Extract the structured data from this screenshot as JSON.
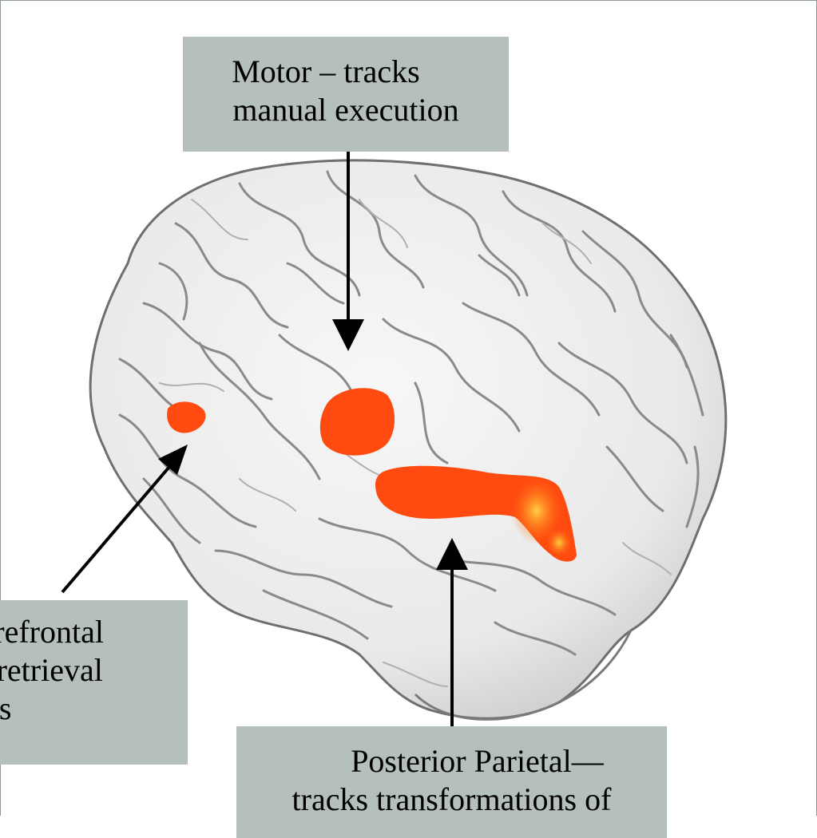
{
  "labels": {
    "motor": [
      "Motor – tracks",
      "manual execution"
    ],
    "prefrontal": [
      "Prefrontal",
      "s retrieval",
      "cts"
    ],
    "parietal": [
      "Posterior Parietal—",
      "tracks transformations of"
    ]
  },
  "colors": {
    "label_box": "#b4bfbe",
    "activation": "#ff4a10",
    "activation_hot": "#ffb020",
    "brain_fill": "#efefef",
    "sulcus": "#8a8a8a"
  }
}
